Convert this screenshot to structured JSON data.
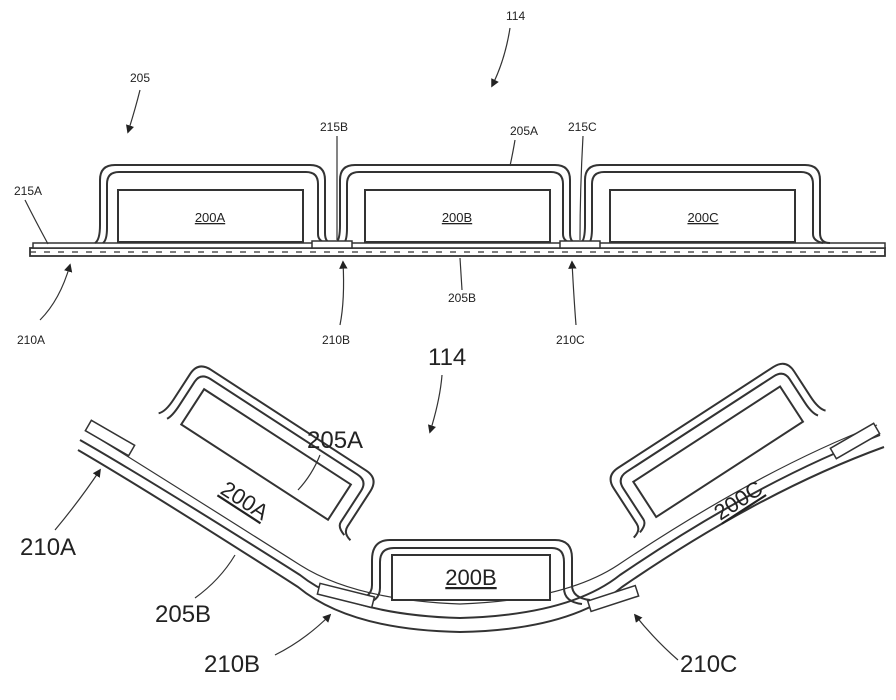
{
  "figure_top": {
    "ref_assembly": "114",
    "ref_pouch": "205",
    "ref_upper_film": "205A",
    "ref_lower_film": "205B",
    "seals": [
      "215A",
      "215B",
      "215C"
    ],
    "cells": [
      "200A",
      "200B",
      "200C"
    ],
    "joints": [
      "210A",
      "210B",
      "210C"
    ]
  },
  "figure_bottom": {
    "ref_assembly": "114",
    "ref_upper_film": "205A",
    "ref_lower_film": "205B",
    "cells": [
      "200A",
      "200B",
      "200C"
    ],
    "joints": [
      "210A",
      "210B",
      "210C"
    ]
  }
}
